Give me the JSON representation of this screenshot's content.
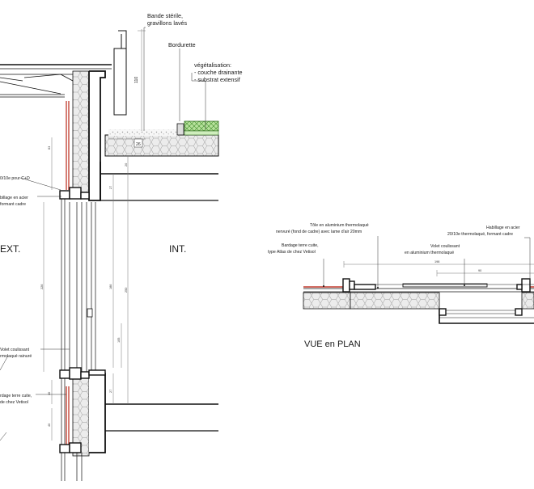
{
  "section": {
    "labels": {
      "bande": [
        "Bande stérile,",
        "gravillons lavés"
      ],
      "bordurette": "Bordurette",
      "vegetalisation": [
        "végétalisation:",
        "- couche drainante",
        "- substrat extensif"
      ],
      "toit_callout": "0/10e pour C+D",
      "habillage": [
        "billage en acier",
        "formant cadre"
      ],
      "volet": [
        "Volet coulissant",
        "rmolaqué rainuré"
      ],
      "bardage": [
        "rdage terre cuite,",
        "de chez Vetisol"
      ]
    },
    "ext": "EXT.",
    "int": "INT.",
    "dims": {
      "d110": "110",
      "d26": "26",
      "d20": "20",
      "d27a": "27",
      "d63": "63",
      "d226": "226",
      "d186": "186",
      "d250": "250",
      "d105": "105",
      "d27b": "27",
      "d30": "30",
      "d40": "40"
    }
  },
  "plan": {
    "title": "VUE en PLAN",
    "labels": {
      "tole": [
        "Tôle en aluminium thermolaqué",
        "nervuré (fond de cadre) avec lame d'air 20mm"
      ],
      "habillage": [
        "Habillage en acier",
        "20/10e thermolaqué, formant cadre"
      ],
      "bardage": [
        "Bardage terre cuite,",
        "type Atlas de chez Vetisol"
      ],
      "volet": [
        "Volet coulissant",
        "en aluminium thermolaqué"
      ]
    },
    "dims": {
      "d198": "198",
      "d90": "90"
    }
  },
  "colors": {
    "line": "#111111",
    "dim": "#666666",
    "cladding": "#c0392b",
    "insulation": "#e6e6e6",
    "green": "#6ab04c",
    "green_light": "#a9d98a"
  }
}
